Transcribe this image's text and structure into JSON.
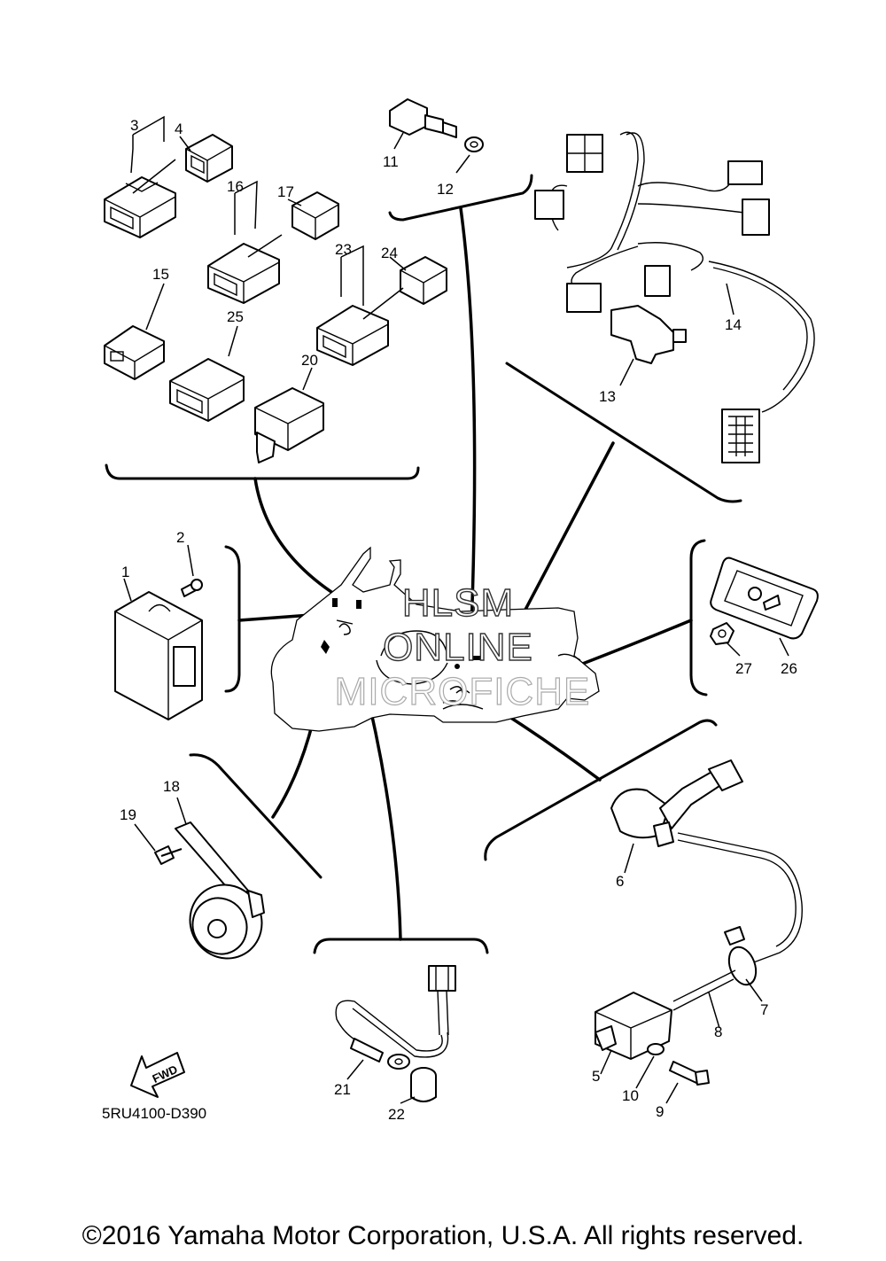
{
  "watermark": {
    "line1": "HLSM",
    "line2": "ONLINE",
    "line3": "MICROFICHE"
  },
  "direction_arrow": {
    "label": "FWD"
  },
  "diagram_code": "5RU4100-D390",
  "copyright": "©2016 Yamaha Motor Corporation, U.S.A. All rights reserved.",
  "callouts": {
    "c1": "1",
    "c2": "2",
    "c3": "3",
    "c4": "4",
    "c5": "5",
    "c6": "6",
    "c7": "7",
    "c8": "8",
    "c9": "9",
    "c10": "10",
    "c11": "11",
    "c12": "12",
    "c13": "13",
    "c14": "14",
    "c15": "15",
    "c16": "16",
    "c17": "17",
    "c18": "18",
    "c19": "19",
    "c20": "20",
    "c21": "21",
    "c22": "22",
    "c23": "23",
    "c24": "24",
    "c25": "25",
    "c26": "26",
    "c27": "27"
  }
}
